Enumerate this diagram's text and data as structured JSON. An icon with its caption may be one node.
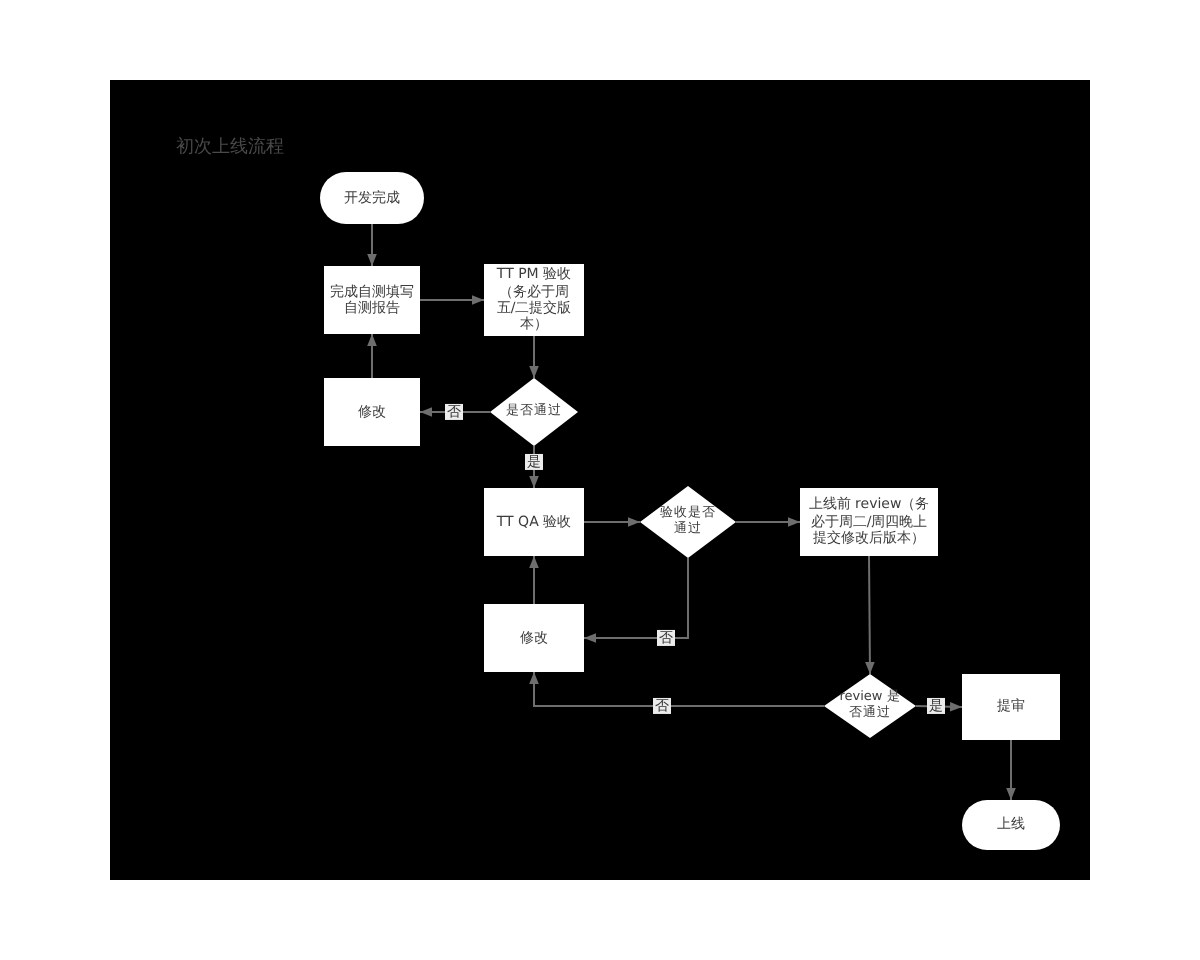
{
  "diagram": {
    "title": "初次上线流程",
    "nodes": [
      {
        "text": [
          "开发完成"
        ]
      },
      {
        "text": [
          "完成自测填写自测报告"
        ]
      },
      {
        "text": [
          "TT PM 验收（务必于周五/二提交版本）"
        ]
      },
      {
        "text": [
          "修改"
        ]
      },
      {
        "text": [
          "是否通过"
        ]
      },
      {
        "text": [
          "TT QA 验收"
        ]
      },
      {
        "text": [
          "验收是否通过"
        ]
      },
      {
        "text": [
          "上线前 review（务必于周二/周四晚上提交修改后版本）"
        ]
      },
      {
        "text": [
          "修改"
        ]
      },
      {
        "text": [
          "review 是否通过"
        ]
      },
      {
        "text": [
          "提审"
        ]
      },
      {
        "text": [
          "上线"
        ]
      }
    ],
    "edges": [
      {
        "from": 0,
        "to": 1,
        "arrow": "to"
      },
      {
        "from": 1,
        "to": 2,
        "arrow": "to"
      },
      {
        "from": 2,
        "to": 4,
        "arrow": "to"
      },
      {
        "from": 4,
        "to": 3,
        "arrow": "to",
        "label": "否"
      },
      {
        "from": 3,
        "to": 1,
        "arrow": "to"
      },
      {
        "from": 4,
        "to": 5,
        "arrow": "to",
        "label": "是"
      },
      {
        "from": 5,
        "to": 6,
        "arrow": "to"
      },
      {
        "from": 6,
        "to": 7,
        "arrow": "to"
      },
      {
        "from": 6,
        "to": 8,
        "arrow": "to",
        "label": "否"
      },
      {
        "from": 8,
        "to": 5,
        "arrow": "to"
      },
      {
        "from": 7,
        "to": 9,
        "arrow": "to"
      },
      {
        "from": 9,
        "to": 10,
        "arrow": "to",
        "label": "是"
      },
      {
        "from": 9,
        "to": 8,
        "arrow": "to",
        "label": "否"
      },
      {
        "from": 10,
        "to": 11,
        "arrow": "to"
      }
    ]
  }
}
